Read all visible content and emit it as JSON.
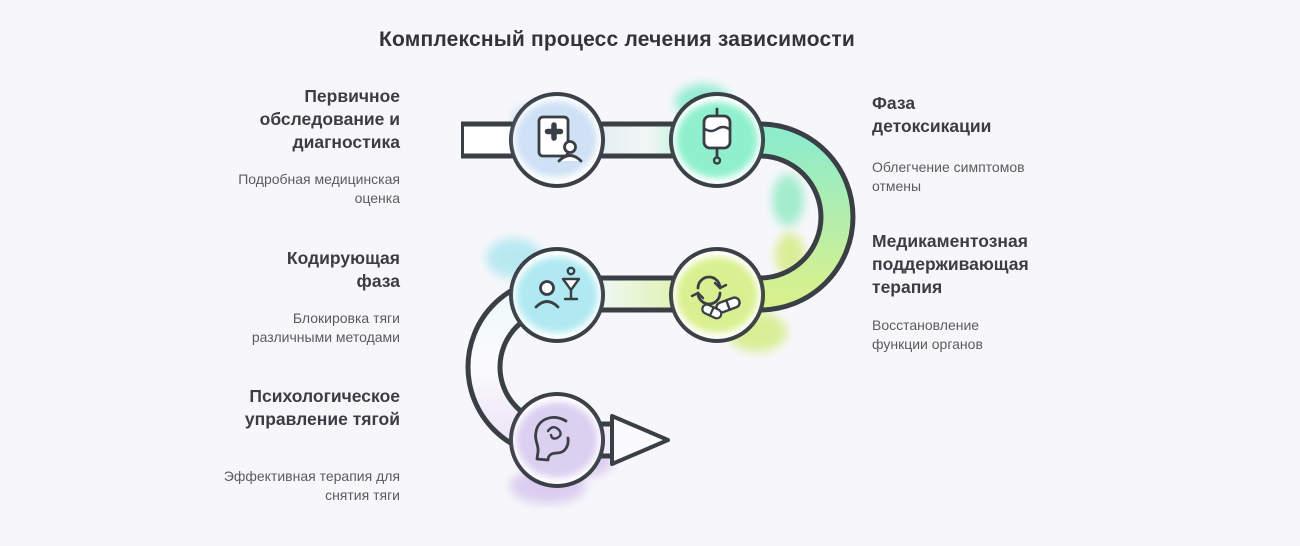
{
  "title": "Комплексный процесс лечения зависимости",
  "background_color": "#f7f7fb",
  "outline_color": "#3a3f46",
  "steps": [
    {
      "order": 1,
      "title": "Первичное обследование и диагностика",
      "subtitle": "Подробная медицинская оценка",
      "side": "left",
      "node_color": "#c6dcf4",
      "icon": "medical-record-icon"
    },
    {
      "order": 2,
      "title": "Фаза детоксикации",
      "subtitle": "Облегчение симптомов отмены",
      "side": "right",
      "node_color": "#7deec5",
      "icon": "iv-drip-icon"
    },
    {
      "order": 3,
      "title": "Медикаментозная поддерживающая терапия",
      "subtitle": "Восстановление функции органов",
      "side": "right",
      "node_color": "#d3ee7f",
      "icon": "medication-cycle-icon"
    },
    {
      "order": 4,
      "title": "Кодирующая фаза",
      "subtitle": "Блокировка тяги различными методами",
      "side": "left",
      "node_color": "#a3e6ef",
      "icon": "person-glass-icon"
    },
    {
      "order": 5,
      "title": "Психологическое управление тягой",
      "subtitle": "Эффективная терапия для снятия тяги",
      "side": "left",
      "node_color": "#d6c8ee",
      "icon": "head-profile-icon"
    }
  ]
}
